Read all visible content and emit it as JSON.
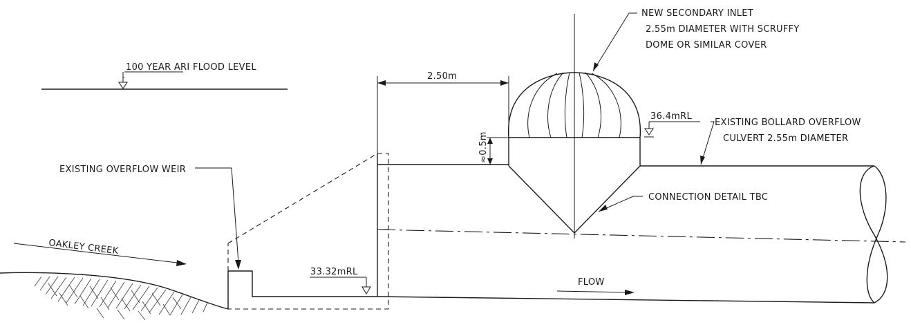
{
  "labels": {
    "flood_level": "100 YEAR ARI FLOOD LEVEL",
    "inlet_line1": "NEW SECONDARY INLET",
    "inlet_line2": "2.55m DIAMETER WITH SCRUFFY",
    "inlet_line3": "DOME OR SIMILAR COVER",
    "culvert_line1": "EXISTING BOLLARD OVERFLOW",
    "culvert_line2": "CULVERT 2.55m DIAMETER",
    "weir": "EXISTING OVERFLOW WEIR",
    "connection": "CONNECTION DETAIL TBC",
    "creek": "OAKLEY CREEK",
    "flow": "FLOW"
  },
  "levels": {
    "inlet_rl": "36.4mRL",
    "invert_rl": "33.32mRL"
  },
  "dimensions": {
    "offset": "2.50m",
    "step": "≈0.5m"
  }
}
